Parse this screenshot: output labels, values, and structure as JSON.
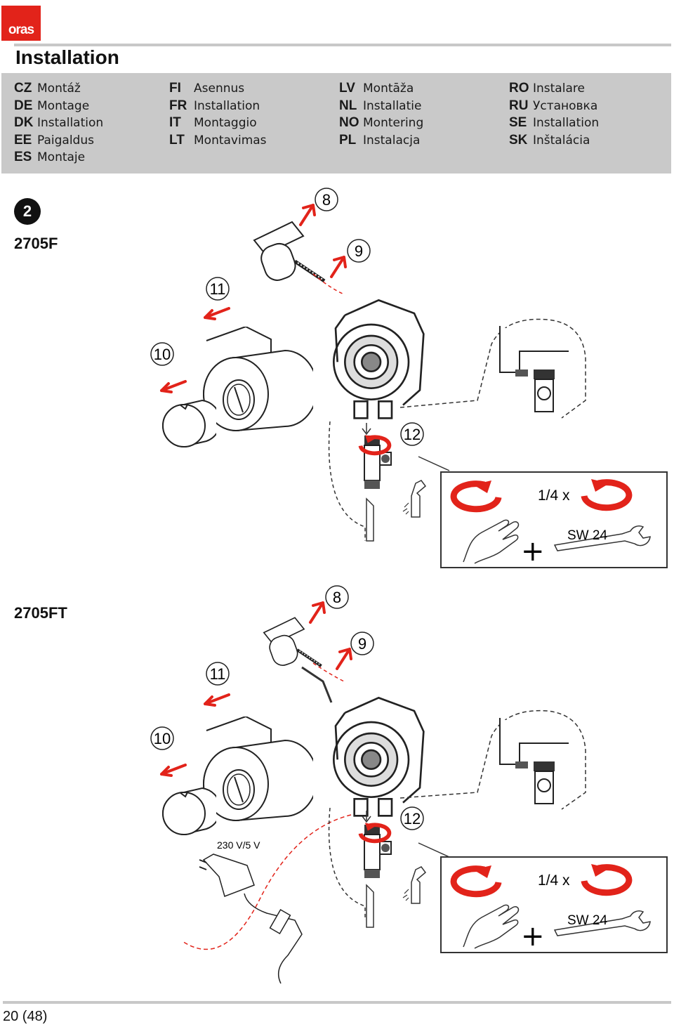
{
  "brand": "oras",
  "title": "Installation",
  "languages": [
    [
      {
        "code": "CZ",
        "label": "Montáž"
      },
      {
        "code": "DE",
        "label": "Montage"
      },
      {
        "code": "DK",
        "label": "Installation"
      },
      {
        "code": "EE",
        "label": "Paigaldus"
      },
      {
        "code": "ES",
        "label": "Montaje"
      }
    ],
    [
      {
        "code": "FI",
        "label": "Asennus"
      },
      {
        "code": "FR",
        "label": "Installation"
      },
      {
        "code": "IT",
        "label": "Montaggio"
      },
      {
        "code": "LT",
        "label": "Montavimas"
      }
    ],
    [
      {
        "code": "LV",
        "label": "Montāža"
      },
      {
        "code": "NL",
        "label": "Installatie"
      },
      {
        "code": "NO",
        "label": "Montering"
      },
      {
        "code": "PL",
        "label": "Instalacja"
      }
    ],
    [
      {
        "code": "RO",
        "label": "Instalare"
      },
      {
        "code": "RU",
        "label": "Установка"
      },
      {
        "code": "SE",
        "label": "Installation"
      },
      {
        "code": "SK",
        "label": "Inštalácia"
      }
    ]
  ],
  "step_number": "2",
  "figures": [
    {
      "model": "2705F",
      "callouts": {
        "c8": "8",
        "c9": "9",
        "c10": "10",
        "c11": "11",
        "c12": "12"
      },
      "turn_label": "1/4 x",
      "wrench_label": "SW 24",
      "plus": "+"
    },
    {
      "model": "2705FT",
      "callouts": {
        "c8": "8",
        "c9": "9",
        "c10": "10",
        "c11": "11",
        "c12": "12"
      },
      "turn_label": "1/4 x",
      "wrench_label": "SW 24",
      "plus": "+",
      "adapter_label": "230 V/5 V"
    }
  ],
  "page_number": "20 (48)",
  "colors": {
    "accent": "#e2231a",
    "header_band": "#c9c9c9",
    "rule": "#c8c8c8"
  }
}
